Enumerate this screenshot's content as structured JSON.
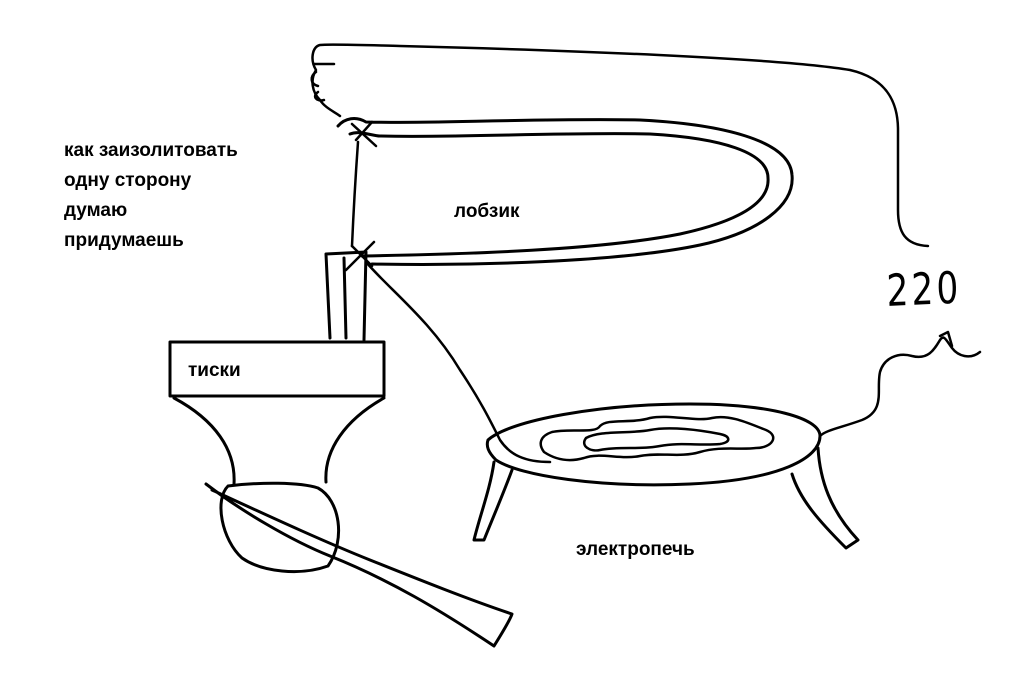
{
  "note": {
    "lines": [
      "как заизолитовать",
      "одну сторону",
      "думаю",
      "придумаешь"
    ]
  },
  "labels": {
    "jigsaw": "лобзик",
    "vise": "тиски",
    "furnace": "электропечь",
    "voltage": "220"
  }
}
